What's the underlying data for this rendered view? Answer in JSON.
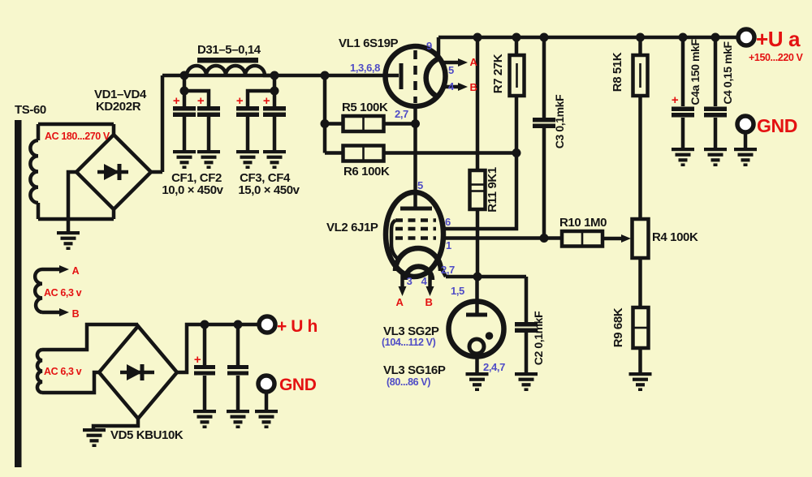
{
  "colors": {
    "background": "#f7f7cd",
    "line": "#151515",
    "accent_red": "#e41212",
    "pin_blue": "#4f4cc6"
  },
  "transformer": {
    "label": "TS-60",
    "hv_winding": "AC 180...270 V",
    "heater_winding_1": "AC 6,3 v",
    "heater_winding_2": "AC 6,3 v",
    "tap_a": "A",
    "tap_b": "B"
  },
  "rectifiers": {
    "bridge1_ref": "VD1–VD4",
    "bridge1_part": "KD202R",
    "bridge2": "VD5 KBU10K"
  },
  "choke": {
    "label": "D31–5–0,14"
  },
  "filter_caps": {
    "group1_name": "CF1, CF2",
    "group1_value": "10,0 × 450v",
    "group2_name": "CF3, CF4",
    "group2_value": "15,0 × 450v"
  },
  "resistors": {
    "r5": "R5 100K",
    "r6": "R6 100K",
    "r7": "R7 27K",
    "r8": "R8 51K",
    "r9": "R9 68K",
    "r10": "R10 1M0",
    "r11": "R11 9K1",
    "r4": "R4 100K"
  },
  "capacitors": {
    "c2": "C2 0,1mkF",
    "c3": "C3 0,1mkF",
    "c4a": "C4a 150 mkF",
    "c4": "C4 0,15 mkF"
  },
  "tubes": {
    "vl1": {
      "label": "VL1 6S19P",
      "pin_anode": "1,3,6,8",
      "pin_9": "9",
      "pin_5": "5",
      "pin_4": "4",
      "pin_grid": "2,7",
      "heater_a": "A",
      "heater_b": "B"
    },
    "vl2": {
      "label": "VL2 6J1P",
      "pin_5": "5",
      "pin_6": "6",
      "pin_1": "1",
      "pin_cathode": "2,7",
      "pin_3": "3",
      "pin_4": "4",
      "heater_a": "A",
      "heater_b": "B"
    },
    "vl3": {
      "option1_label": "VL3 SG2P",
      "option1_range": "(104...112 V)",
      "option2_label": "VL3 SG16P",
      "option2_range": "(80...86 V)",
      "pin_top": "1,5",
      "pin_bottom": "2,4,7"
    }
  },
  "terminals": {
    "ua": "+U a",
    "ua_range": "+150...220 V",
    "gnd_a": "GND",
    "uh": "+ U h",
    "gnd_h": "GND"
  },
  "polarity_plus": "+"
}
